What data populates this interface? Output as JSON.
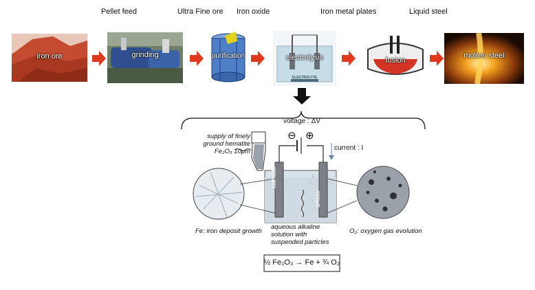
{
  "process": {
    "top_labels": [
      "Pellet feed",
      "Ultra Fine ore",
      "Iron oxide",
      "Iron metal plates",
      "Liquid steel"
    ],
    "stages": [
      {
        "label": "iron ore"
      },
      {
        "label": "grinding"
      },
      {
        "label": "purification"
      },
      {
        "label": "electrolysis",
        "inner_label": "ELECTROLYTE"
      },
      {
        "label": "fusion"
      },
      {
        "label": "molten steel"
      }
    ]
  },
  "cell": {
    "voltage_label": "voltage : ΔV",
    "minus": "⊖",
    "plus": "⊕",
    "current_label": "current : I",
    "supply_label": [
      "supply of finely",
      "ground hematite",
      "Fe₂O₃ 10μm"
    ],
    "cathode_label": "cathode",
    "anode_label": "anode",
    "solution_label": [
      "aqueous alkaline",
      "solution with",
      "suspended particles"
    ],
    "left_caption": "Fe: iron deposit growth",
    "right_caption": "O₂: oxygen gas evolution",
    "equation": "½ Fe₂O₃ → Fe + ¾ O₂"
  },
  "colors": {
    "arrow": "#e03a1e",
    "ore": "#c04a32",
    "cell_solution": "#d9e3ea",
    "electrode": "#7c7f86"
  }
}
